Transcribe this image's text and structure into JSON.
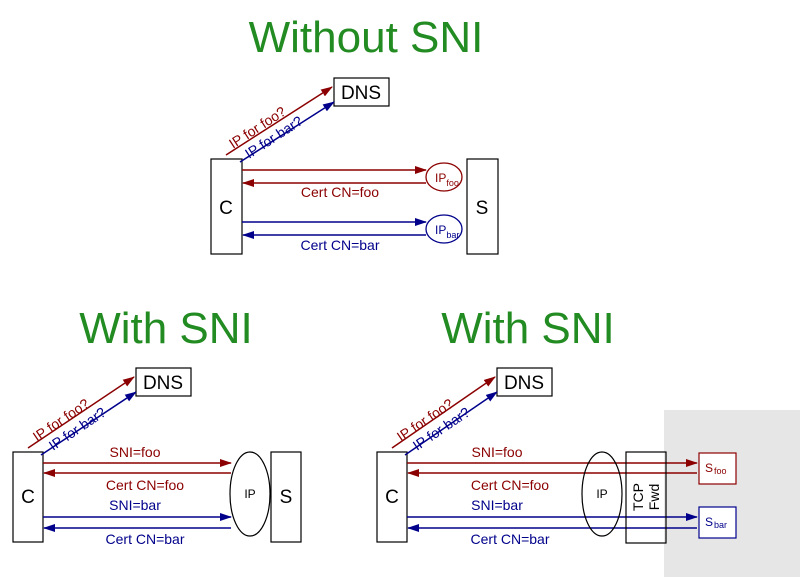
{
  "colors": {
    "red": "#8b0000",
    "blue": "#00008b",
    "green": "#228b22",
    "black": "#000000",
    "shade": "#e6e6e6"
  },
  "top": {
    "title": "Without SNI",
    "dns": "DNS",
    "client": "C",
    "server": "S",
    "query_foo": "IP for foo?",
    "query_bar": "IP for bar?",
    "ip_foo_main": "IP",
    "ip_foo_sub": "foo",
    "ip_bar_main": "IP",
    "ip_bar_sub": "bar",
    "cert_foo": "Cert CN=foo",
    "cert_bar": "Cert CN=bar"
  },
  "left": {
    "title": "With SNI",
    "dns": "DNS",
    "client": "C",
    "server": "S",
    "ip": "IP",
    "query_foo": "IP for foo?",
    "query_bar": "IP for bar?",
    "sni_foo": "SNI=foo",
    "cert_foo": "Cert CN=foo",
    "sni_bar": "SNI=bar",
    "cert_bar": "Cert CN=bar"
  },
  "right": {
    "title": "With SNI",
    "dns": "DNS",
    "client": "C",
    "ip": "IP",
    "tcp": "TCP",
    "fwd": "Fwd",
    "query_foo": "IP for foo?",
    "query_bar": "IP for bar?",
    "sni_foo": "SNI=foo",
    "cert_foo": "Cert CN=foo",
    "sni_bar": "SNI=bar",
    "cert_bar": "Cert CN=bar",
    "s_foo_main": "S",
    "s_foo_sub": "foo",
    "s_bar_main": "S",
    "s_bar_sub": "bar"
  }
}
